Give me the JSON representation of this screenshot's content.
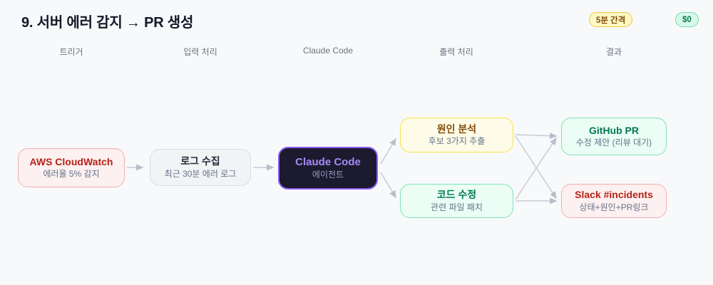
{
  "page": {
    "title": "9. 서버 에러 감지 → PR 생성",
    "background_color": "#f8f9fa"
  },
  "badges": {
    "interval": {
      "label": "5분 간격",
      "bg": "#fef9c3",
      "border": "#eec643",
      "text_color": "#854d0e"
    },
    "cost": {
      "label": "$0",
      "bg": "#d7f8e9",
      "border": "#6fddb1",
      "text_color": "#0f7a54"
    }
  },
  "columns": [
    {
      "label": "트리거"
    },
    {
      "label": "입력 처리"
    },
    {
      "label": "Claude Code"
    },
    {
      "label": "출력 처리"
    },
    {
      "label": "결과"
    }
  ],
  "nodes": [
    {
      "id": "aws-cloudwatch",
      "title": "AWS CloudWatch",
      "subtitle": "에러율 5% 감지",
      "theme": "red",
      "bg": "#fdf0f0",
      "border": "#f3aeae",
      "title_color": "#b42318"
    },
    {
      "id": "log-collect",
      "title": "로그 수집",
      "subtitle": "최근 30분 에러 로그",
      "theme": "gray",
      "bg": "#f1f3f5",
      "border": "#d8dde3",
      "title_color": "#1f2937"
    },
    {
      "id": "claude-code",
      "title": "Claude Code",
      "subtitle": "에이전트",
      "theme": "dark",
      "bg": "#1b1a2e",
      "border": "#8b5cf6",
      "title_color": "#a78bfa"
    },
    {
      "id": "cause-analysis",
      "title": "원인 분석",
      "subtitle": "후보 3가지 추출",
      "theme": "yellow",
      "bg": "#fefce8",
      "border": "#fde047",
      "title_color": "#854d0e"
    },
    {
      "id": "code-fix",
      "title": "코드 수정",
      "subtitle": "관련 파일 패치",
      "theme": "green",
      "bg": "#ebfdf4",
      "border": "#7ee3b8",
      "title_color": "#047857"
    },
    {
      "id": "github-pr",
      "title": "GitHub PR",
      "subtitle": "수정 제안 (리뷰 대기)",
      "theme": "green",
      "bg": "#ebfdf4",
      "border": "#7ee3b8",
      "title_color": "#047857"
    },
    {
      "id": "slack-incidents",
      "title": "Slack #incidents",
      "subtitle": "상태+원인+PR링크",
      "theme": "red",
      "bg": "#fdf0f0",
      "border": "#f3aeae",
      "title_color": "#b42318"
    }
  ],
  "edges": [
    {
      "from": "aws-cloudwatch",
      "to": "log-collect"
    },
    {
      "from": "log-collect",
      "to": "claude-code"
    },
    {
      "from": "claude-code",
      "to": "cause-analysis"
    },
    {
      "from": "claude-code",
      "to": "code-fix"
    },
    {
      "from": "cause-analysis",
      "to": "github-pr"
    },
    {
      "from": "cause-analysis",
      "to": "slack-incidents"
    },
    {
      "from": "code-fix",
      "to": "github-pr"
    },
    {
      "from": "code-fix",
      "to": "slack-incidents"
    }
  ],
  "arrow_color": "#c5ccd6"
}
